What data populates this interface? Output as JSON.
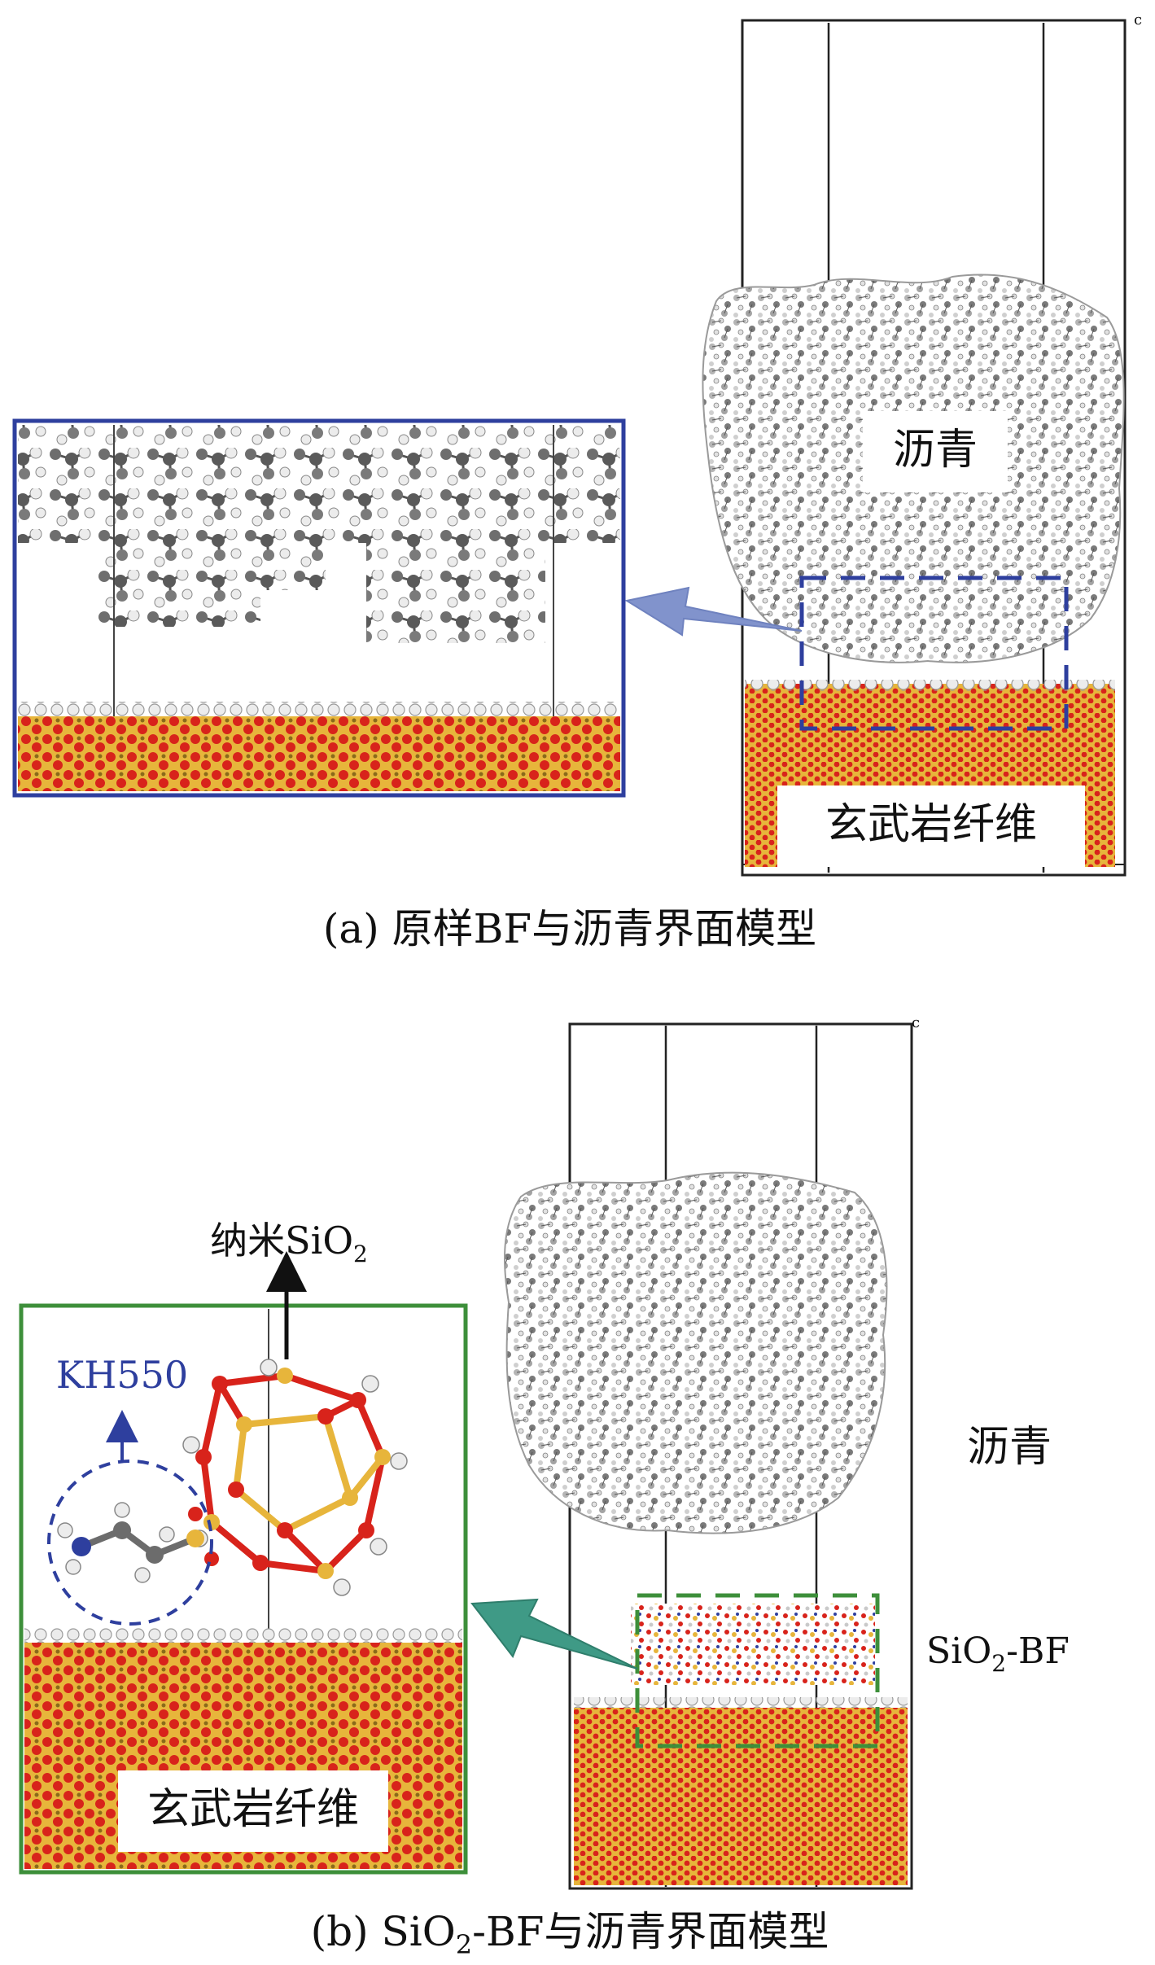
{
  "panel_a": {
    "caption": "(a) 原样BF与沥青界面模型",
    "label_asphalt": "沥青",
    "label_fiber": "玄武岩纤维",
    "corner_axis": "c"
  },
  "panel_b": {
    "caption_prefix": "(b) SiO",
    "caption_sub": "2",
    "caption_suffix": "-BF与沥青界面模型",
    "label_nano_prefix": "纳米SiO",
    "label_nano_sub": "2",
    "label_kh550": "KH550",
    "label_asphalt": "沥青",
    "label_sio2bf_prefix": "SiO",
    "label_sio2bf_sub": "2",
    "label_sio2bf_suffix": "-BF",
    "label_fiber": "玄武岩纤维",
    "corner_axis": "c"
  },
  "colors": {
    "blue_frame": "#2e3f9e",
    "green_frame": "#3d8f3a",
    "blue_arrow": "#8193cc",
    "green_arrow": "#3f9a86",
    "oxygen": "#d8231b",
    "silicon": "#e7b53b",
    "hydrogen": "#e9e9e9",
    "carbon": "#6c6c6c",
    "kh550_text": "#2e3f9e"
  }
}
